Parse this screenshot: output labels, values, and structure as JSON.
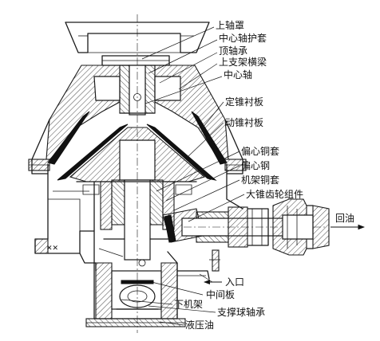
{
  "labels": {
    "upper_shaft_cover": "上轴罩",
    "center_shaft_sleeve": "中心轴护套",
    "top_bearing": "顶轴承",
    "upper_frame_beam": "上支架横梁",
    "center_shaft": "中心轴",
    "fixed_cone_liner": "定锥衬板",
    "moving_cone_liner": "动锥衬板",
    "eccentric_bronze_sleeve": "偏心铜套",
    "eccentric_steel": "偏心钢",
    "frame_bronze_sleeve": "机架铜套",
    "bevel_gear_assembly": "大锥齿轮组件",
    "oil_return": "回油",
    "inlet": "入口",
    "middle_plate": "中间板",
    "lower_frame": "下机架",
    "support_ball_bearing": "支撑球轴承",
    "hydraulic_oil": "液压油"
  }
}
